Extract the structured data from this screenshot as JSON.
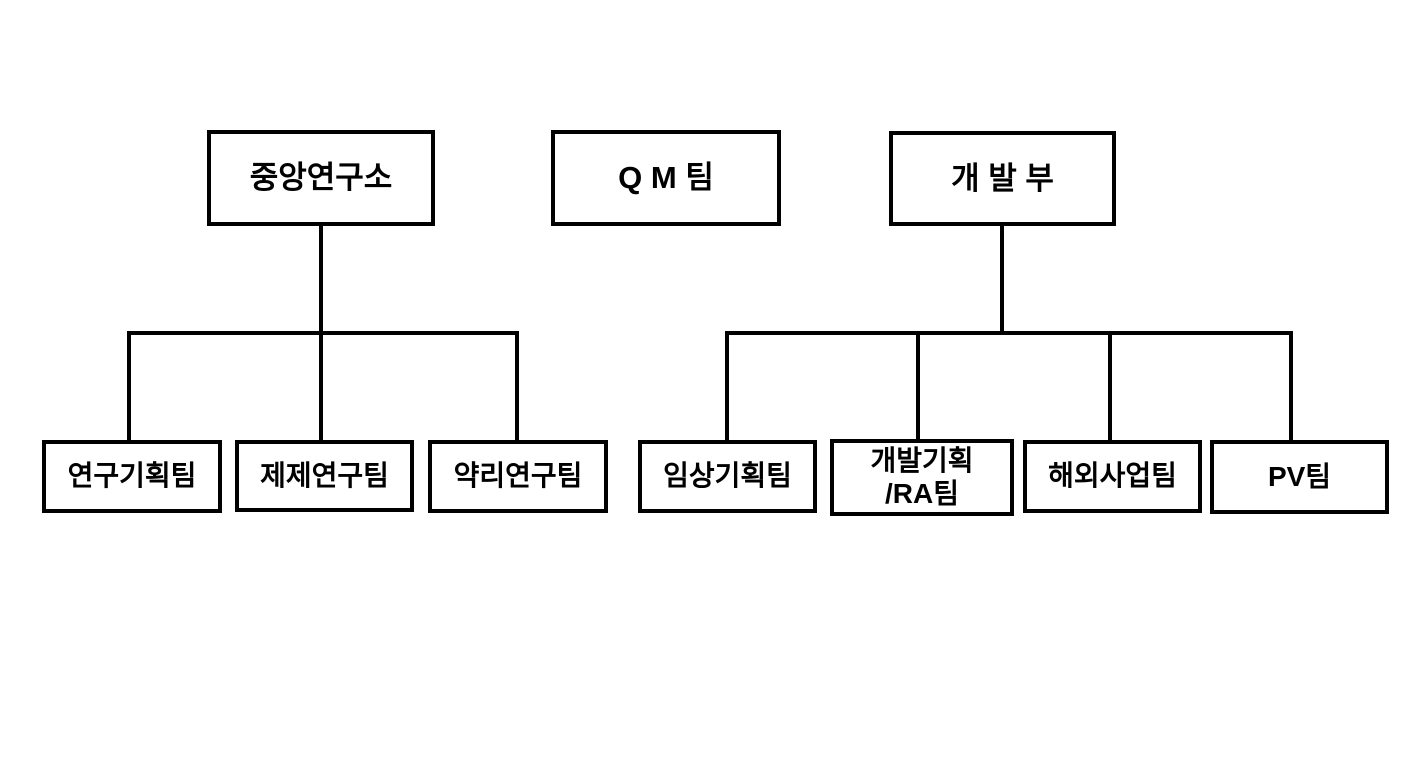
{
  "diagram": {
    "type": "org-chart",
    "colors": {
      "background": "#ffffff",
      "box_border": "#000000",
      "line_color": "#000000",
      "text_color": "#000000"
    },
    "nodes": {
      "central_lab": {
        "label": "중앙연구소"
      },
      "qm_team": {
        "label": "Q M 팀"
      },
      "dev_division": {
        "label": "개 발 부"
      },
      "research_planning": {
        "label": "연구기획팀"
      },
      "formulation_research": {
        "label": "제제연구팀"
      },
      "pharmacology_research": {
        "label": "약리연구팀"
      },
      "clinical_planning": {
        "label": "임상기획팀"
      },
      "dev_planning_ra": {
        "label": "개발기획\n/RA팀"
      },
      "overseas_business": {
        "label": "해외사업팀"
      },
      "pv_team": {
        "label": "PV팀"
      }
    },
    "edges": [
      {
        "parent": "central_lab",
        "children": [
          "research_planning",
          "formulation_research",
          "pharmacology_research"
        ]
      },
      {
        "parent": "qm_team",
        "children": []
      },
      {
        "parent": "dev_division",
        "children": [
          "clinical_planning",
          "dev_planning_ra",
          "overseas_business",
          "pv_team"
        ]
      }
    ]
  }
}
